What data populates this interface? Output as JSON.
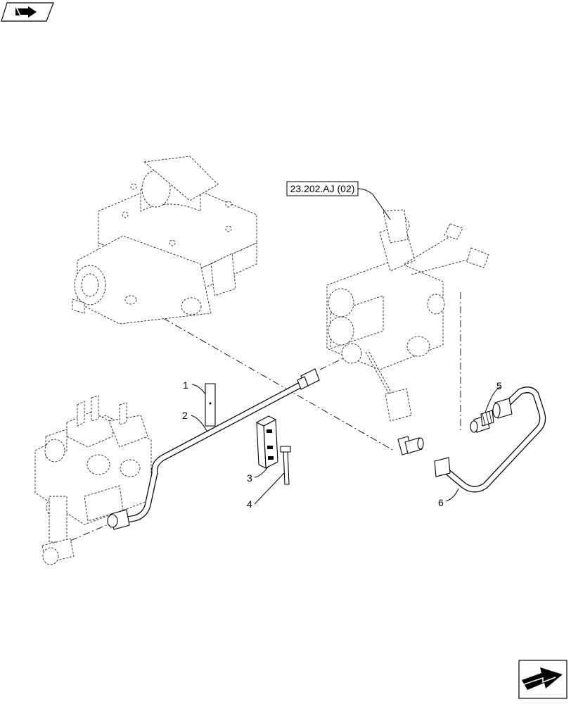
{
  "reference_box": {
    "label": "23.202.AJ (02)"
  },
  "callouts": [
    {
      "id": "1",
      "label": "1"
    },
    {
      "id": "2",
      "label": "2"
    },
    {
      "id": "3",
      "label": "3"
    },
    {
      "id": "4",
      "label": "4"
    },
    {
      "id": "5",
      "label": "5"
    },
    {
      "id": "6",
      "label": "6"
    }
  ],
  "icons": {
    "top_left": "book-arrow-icon",
    "bottom_right": "next-page-arrow-icon"
  }
}
